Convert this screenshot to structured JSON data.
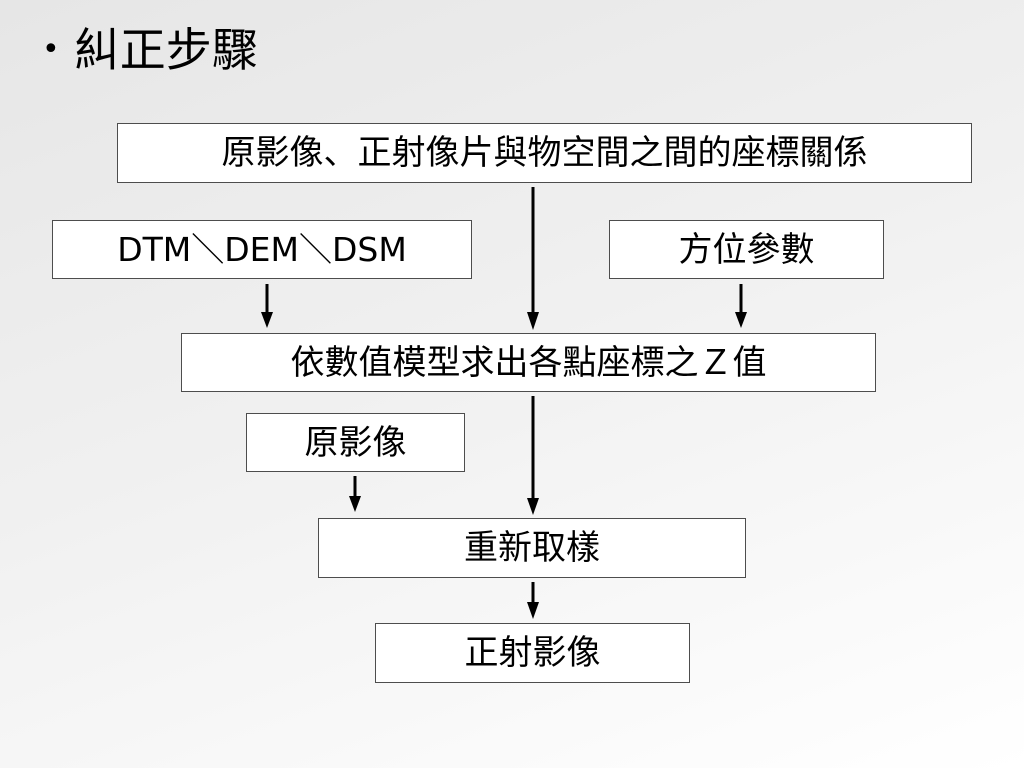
{
  "slide": {
    "bullet": "•",
    "title": "糾正步驟"
  },
  "flow": {
    "relation": "原影像、正射像片與物空間之間的座標關係",
    "elevation_models": "DTM＼DEM＼DSM",
    "orientation": "方位參數",
    "compute_z": "依數值模型求出各點座標之Ｚ值",
    "original_image": "原影像",
    "resampling": "重新取樣",
    "orthoimage": "正射影像"
  }
}
